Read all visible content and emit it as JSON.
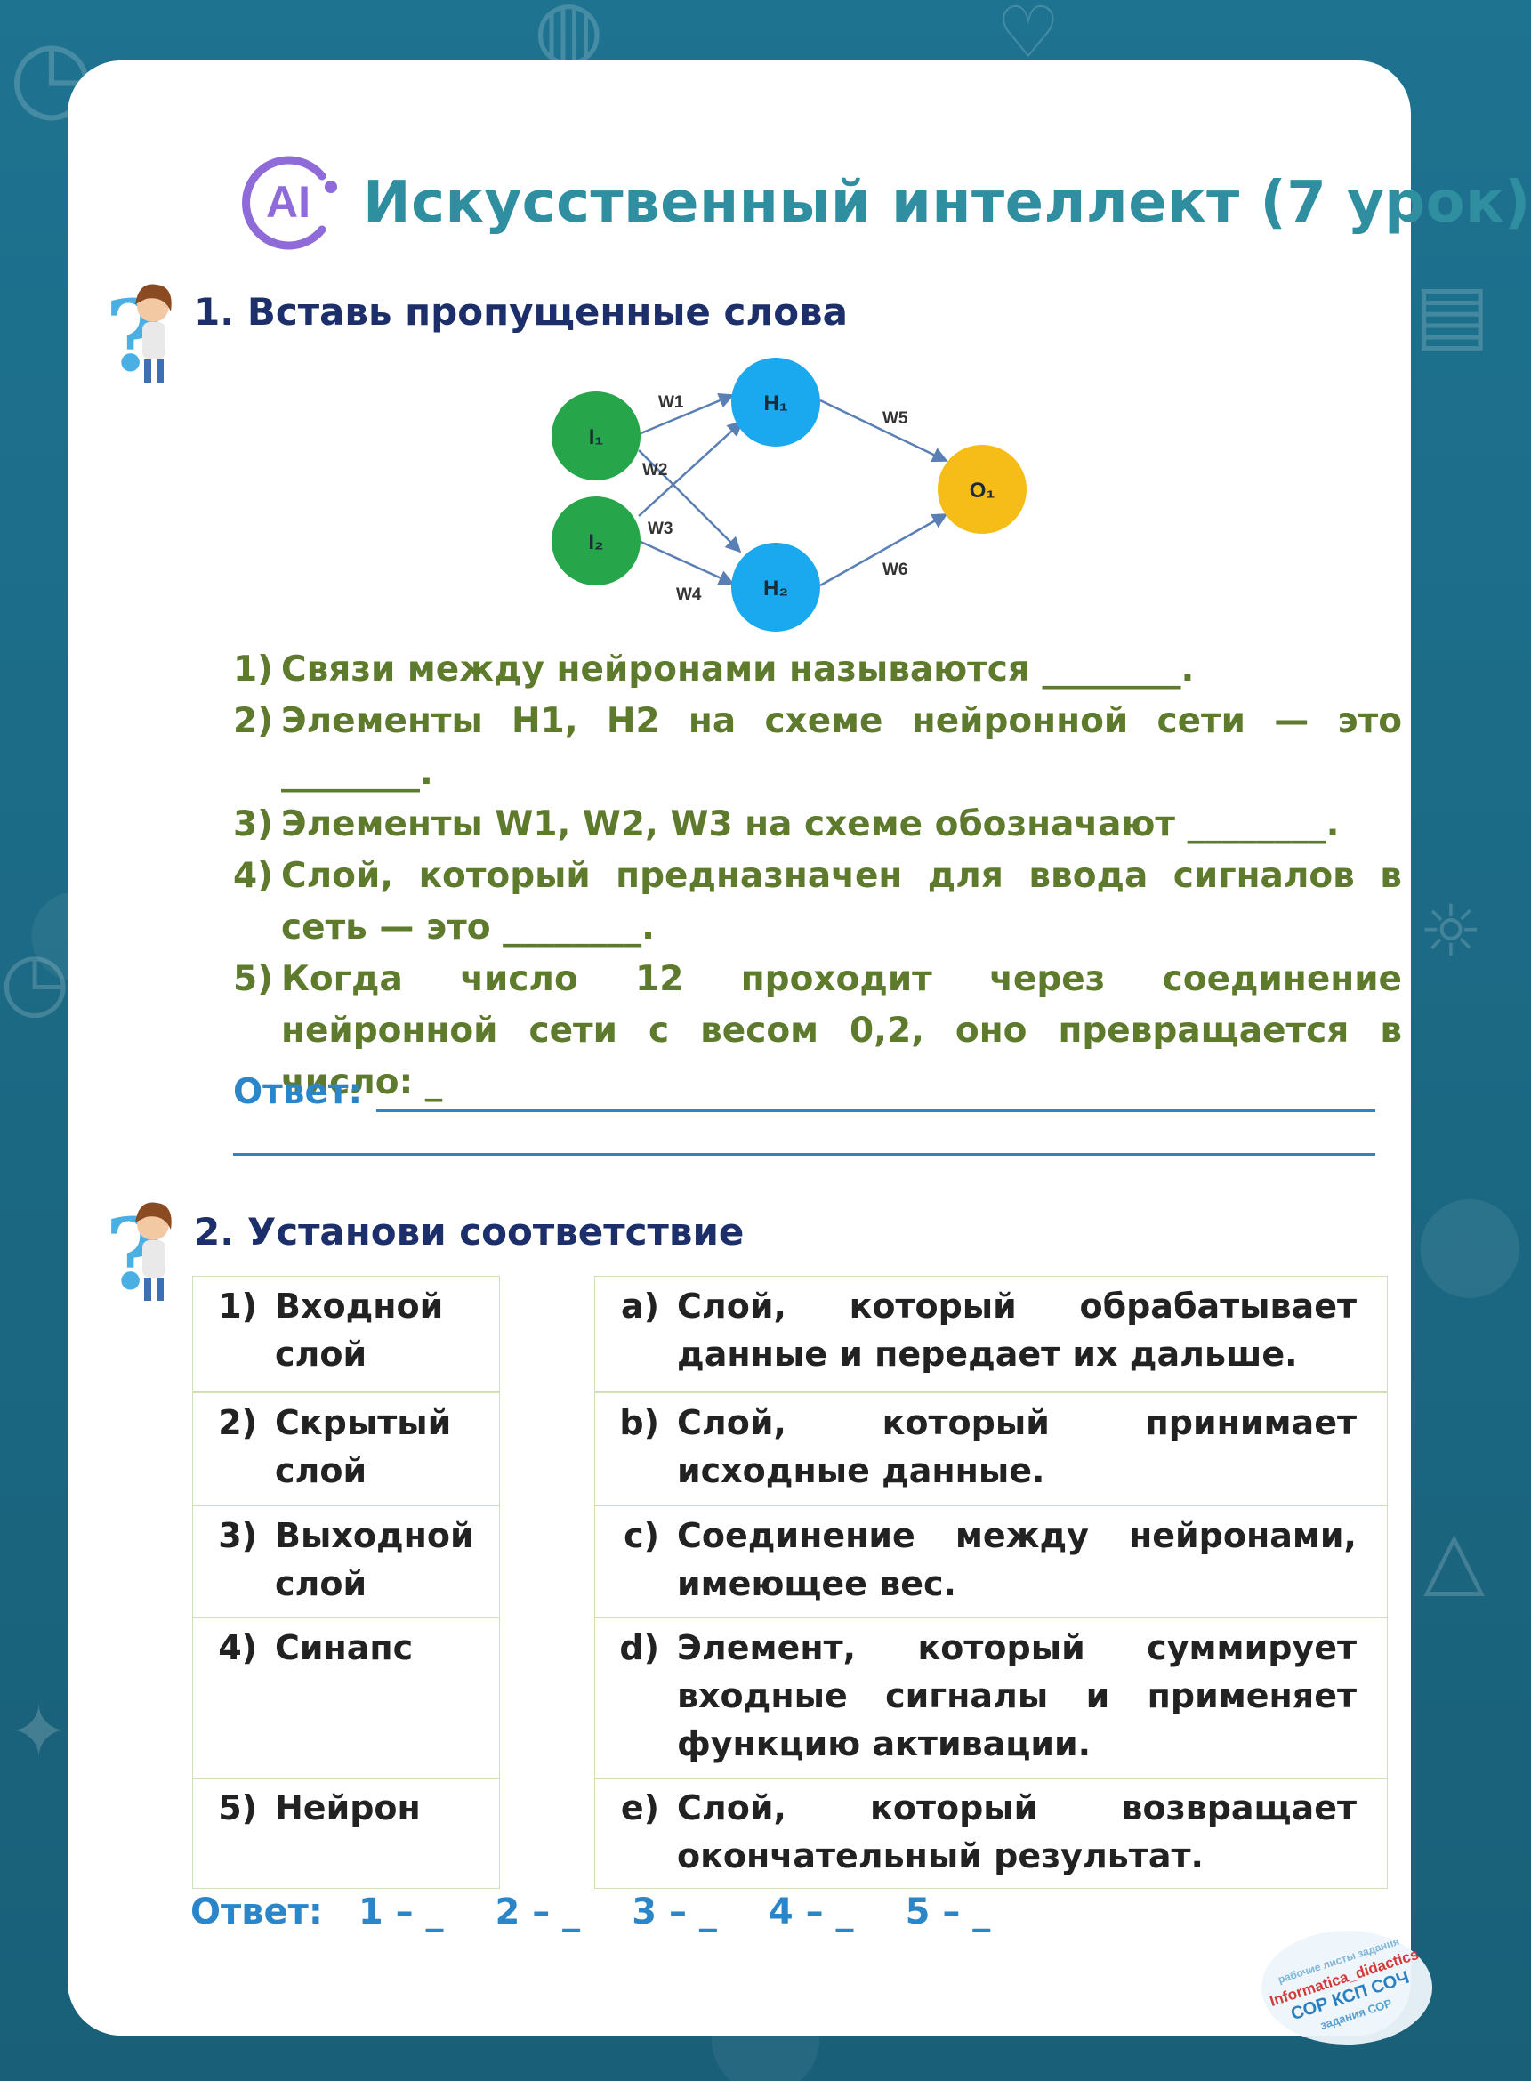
{
  "colors": {
    "title": "#2f8ea0",
    "heading": "#1d2f6b",
    "question": "#5e7a2c",
    "answer": "#2a86c9",
    "node_input": "#27a54a",
    "node_hidden": "#1aa9ef",
    "node_output": "#f6bd18",
    "logo": "#8e6bd9"
  },
  "header": {
    "logo_text": "AI",
    "title": "Искусственный интеллект (7 урок)"
  },
  "section1": {
    "heading_num": "1.",
    "heading": "Вставь пропущенные слова",
    "diagram": {
      "nodes": {
        "i1": "I₁",
        "i2": "I₂",
        "h1": "H₁",
        "h2": "H₂",
        "o1": "O₁"
      },
      "weights": {
        "w1": "W1",
        "w2": "W2",
        "w3": "W3",
        "w4": "W4",
        "w5": "W5",
        "w6": "W6"
      }
    },
    "questions": [
      {
        "num": "1)",
        "text": "Связи между нейронами называются ________."
      },
      {
        "num": "2)",
        "text": "Элементы H1, H2 на схеме нейронной сети — это ________."
      },
      {
        "num": "3)",
        "text": "Элементы W1, W2, W3 на схеме обозначают ________."
      },
      {
        "num": "4)",
        "text": "Слой, который предназначен для ввода сигналов в сеть — это ________."
      },
      {
        "num": "5)",
        "text": "Когда число 12 проходит через соединение нейронной сети с весом 0,2, оно превращается в число: _"
      }
    ],
    "answer_label": "Ответ:"
  },
  "section2": {
    "heading_num": "2.",
    "heading": "Установи соответствие",
    "left": [
      {
        "num": "1)",
        "text": "Входной слой"
      },
      {
        "num": "2)",
        "text": "Скрытый слой"
      },
      {
        "num": "3)",
        "text": "Выходной слой"
      },
      {
        "num": "4)",
        "text": "Синапс"
      },
      {
        "num": "5)",
        "text": "Нейрон"
      }
    ],
    "right": [
      {
        "key": "a)",
        "text": "Слой, который обрабатывает данные и передает их дальше."
      },
      {
        "key": "b)",
        "text": "Слой, который принимает исходные данные."
      },
      {
        "key": "c)",
        "text": "Соединение между нейронами, имеющее вес."
      },
      {
        "key": "d)",
        "text": "Элемент, который суммирует входные сигналы и применяет функцию активации."
      },
      {
        "key": "e)",
        "text": "Слой, который возвращает окончательный результат."
      }
    ],
    "answer_label": "Ответ:",
    "answer_slots": [
      "1 – _",
      "2 – _",
      "3 – _",
      "4 – _",
      "5 – _"
    ]
  },
  "stamp": {
    "brand": "Informatica_didactics",
    "words": [
      "СОР",
      "СОЧ",
      "КСП",
      "задания",
      "рабочие листы"
    ]
  }
}
